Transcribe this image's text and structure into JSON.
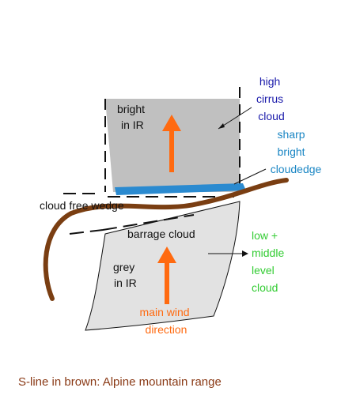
{
  "labels": {
    "upper_cloud": [
      "bright",
      "in IR"
    ],
    "high_cirrus": [
      "high",
      "cirrus",
      "cloud"
    ],
    "sharp_edge": [
      "sharp",
      "bright",
      "cloudedge"
    ],
    "cloud_free_wedge": "cloud free wedge",
    "barrage_cloud": "barrage cloud",
    "lower_cloud": [
      "grey",
      "in IR"
    ],
    "low_middle": [
      "low +",
      "middle",
      "level",
      "cloud"
    ],
    "main_wind": [
      "main wind",
      "direction"
    ]
  },
  "caption": "S-line in brown: Alpine mountain range",
  "colors": {
    "upper_cloud_fill": "#c0c0c0",
    "lower_cloud_fill": "#e2e2e2",
    "mountain_range": "#7a3e12",
    "cloud_edge": "#2a8ad0",
    "wind_arrow": "#ff6a10",
    "high_cirrus_text": "#1a1aaa",
    "sharp_edge_text": "#1a86c4",
    "low_middle_text": "#33cc33",
    "caption_text": "#8a3a16"
  }
}
